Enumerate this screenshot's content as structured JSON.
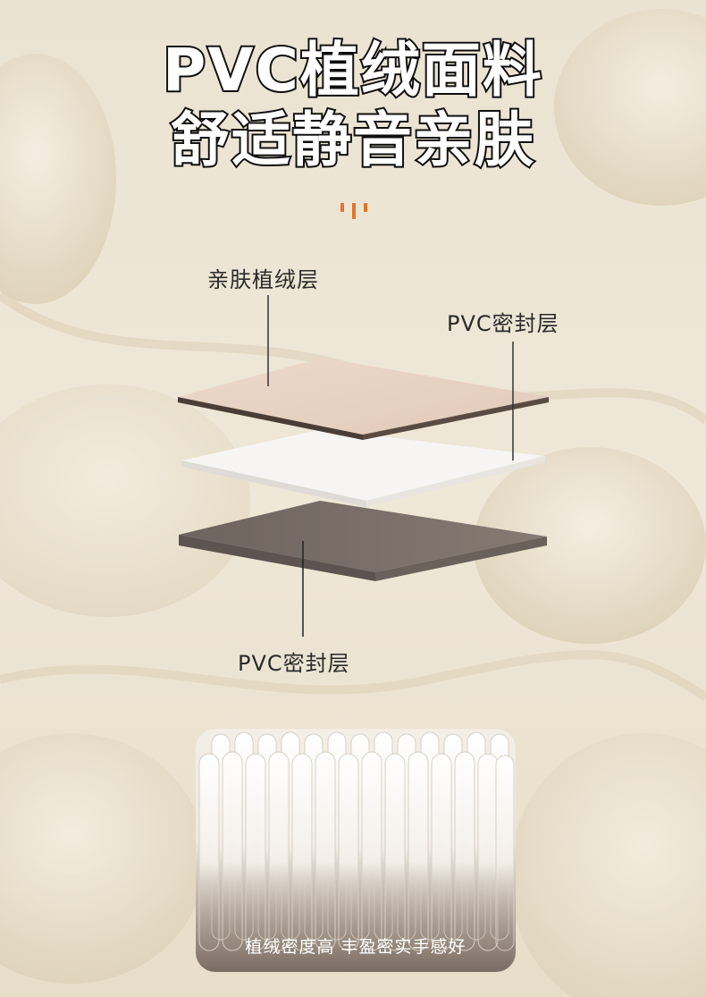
{
  "title": {
    "line1": "PVC植绒面料",
    "line2": "舒适静音亲肤"
  },
  "layers": {
    "top_label": "亲肤植绒层",
    "middle_label": "PVC密封层",
    "bottom_label": "PVC密封层"
  },
  "fiber": {
    "caption": "植绒密度高 丰盈密实手感好"
  },
  "colors": {
    "background": "#ece4d3",
    "accent": "#e0752d",
    "flock_layer": "#e8d3c4",
    "white_layer": "#f7f6f4",
    "dark_layer": "#7d736c"
  }
}
